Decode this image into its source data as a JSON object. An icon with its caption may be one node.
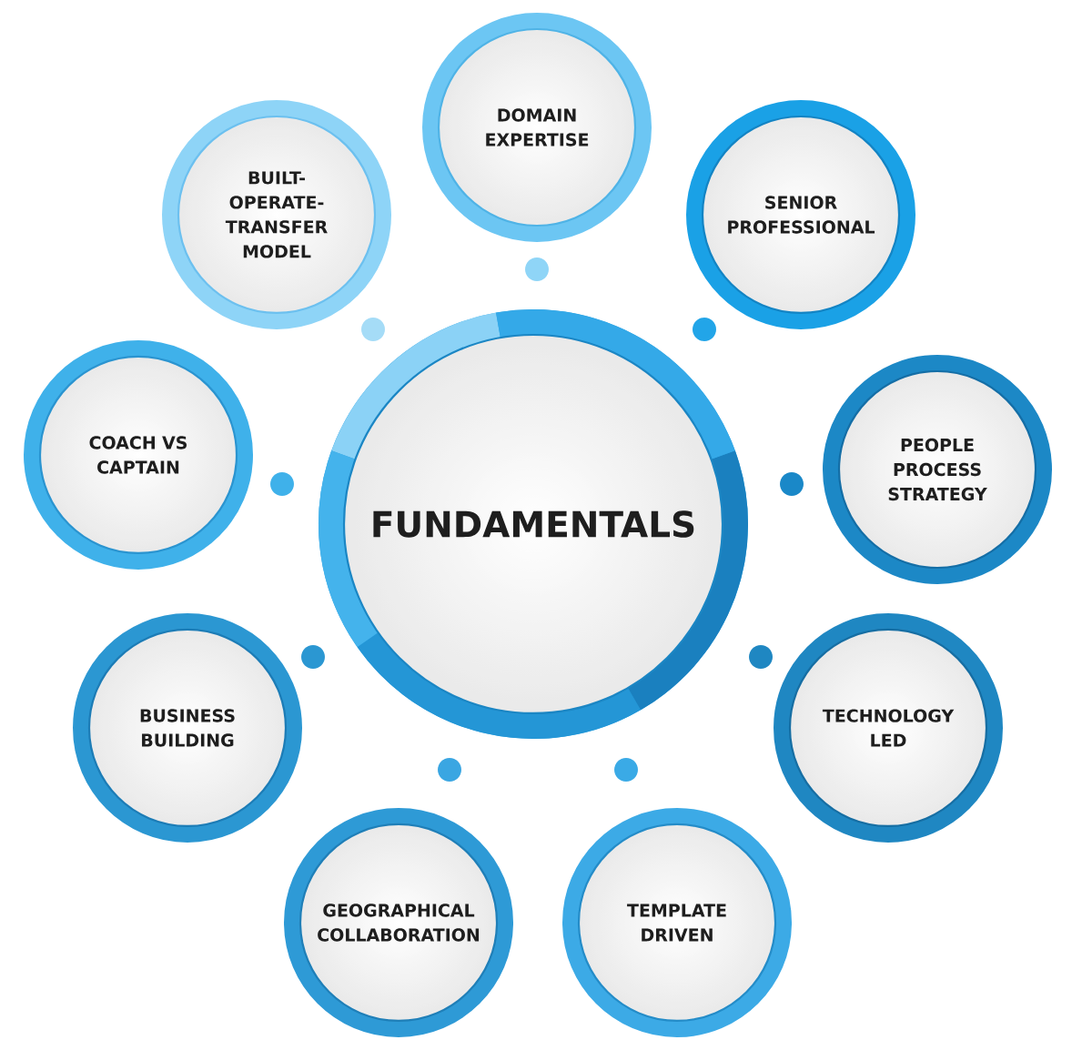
{
  "diagram": {
    "nodes": [
      {
        "text": [
          "FUNDAMENTALS"
        ]
      },
      {
        "text": [
          "DOMAIN EXPERTISE"
        ]
      },
      {
        "text": [
          "BUILT-OPERATE-TRANSFER MODEL"
        ]
      },
      {
        "text": [
          "SENIOR PROFESSIONAL"
        ]
      },
      {
        "text": [
          "COACH VS CAPTAIN"
        ]
      },
      {
        "text": [
          "PEOPLE PROCESS STRATEGY"
        ]
      },
      {
        "text": [
          "BUSINESS BUILDING"
        ]
      },
      {
        "text": [
          "TECHNOLOGY LED"
        ]
      },
      {
        "text": [
          "GEOGRAPHICAL COLLABORATION"
        ]
      },
      {
        "text": [
          "TEMPLATE DRIVEN"
        ]
      }
    ]
  }
}
